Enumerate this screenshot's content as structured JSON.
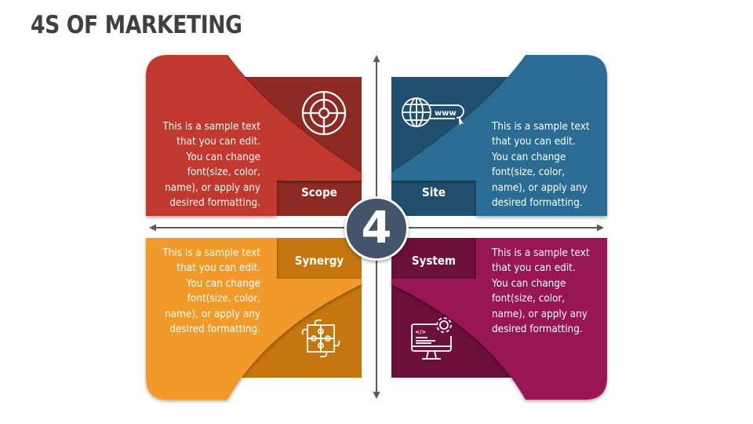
{
  "title": "4S OF MARKETING",
  "center": {
    "number": "4",
    "color": "#44546a"
  },
  "quadrants": [
    {
      "id": "scope",
      "label": "Scope",
      "icon": "target-icon",
      "text": [
        "This is a sample text",
        "that you can edit.",
        "You can change",
        "font(size, color,",
        "name), or apply any",
        "desired formatting."
      ],
      "colors": {
        "light": "#c0392f",
        "dark": "#8c2a23"
      }
    },
    {
      "id": "site",
      "label": "Site",
      "icon": "globe-www-icon",
      "text": [
        "This is a sample text",
        "that you can edit.",
        "You can change",
        "font(size, color,",
        "name), or apply any",
        "desired formatting."
      ],
      "colors": {
        "light": "#2a6c93",
        "dark": "#1f4f6d"
      }
    },
    {
      "id": "synergy",
      "label": "Synergy",
      "icon": "puzzle-icon",
      "text": [
        "This is a sample text",
        "that you can edit.",
        "You can change",
        "font(size, color,",
        "name), or apply any",
        "desired formatting."
      ],
      "colors": {
        "light": "#f19a2b",
        "dark": "#c5760e"
      }
    },
    {
      "id": "system",
      "label": "System",
      "icon": "computer-gear-icon",
      "text": [
        "This is a sample text",
        "that you can edit.",
        "You can change",
        "font(size, color,",
        "name), or apply any",
        "desired formatting."
      ],
      "colors": {
        "light": "#981753",
        "dark": "#6c1039"
      }
    }
  ],
  "axes": {
    "color": "#595959"
  }
}
